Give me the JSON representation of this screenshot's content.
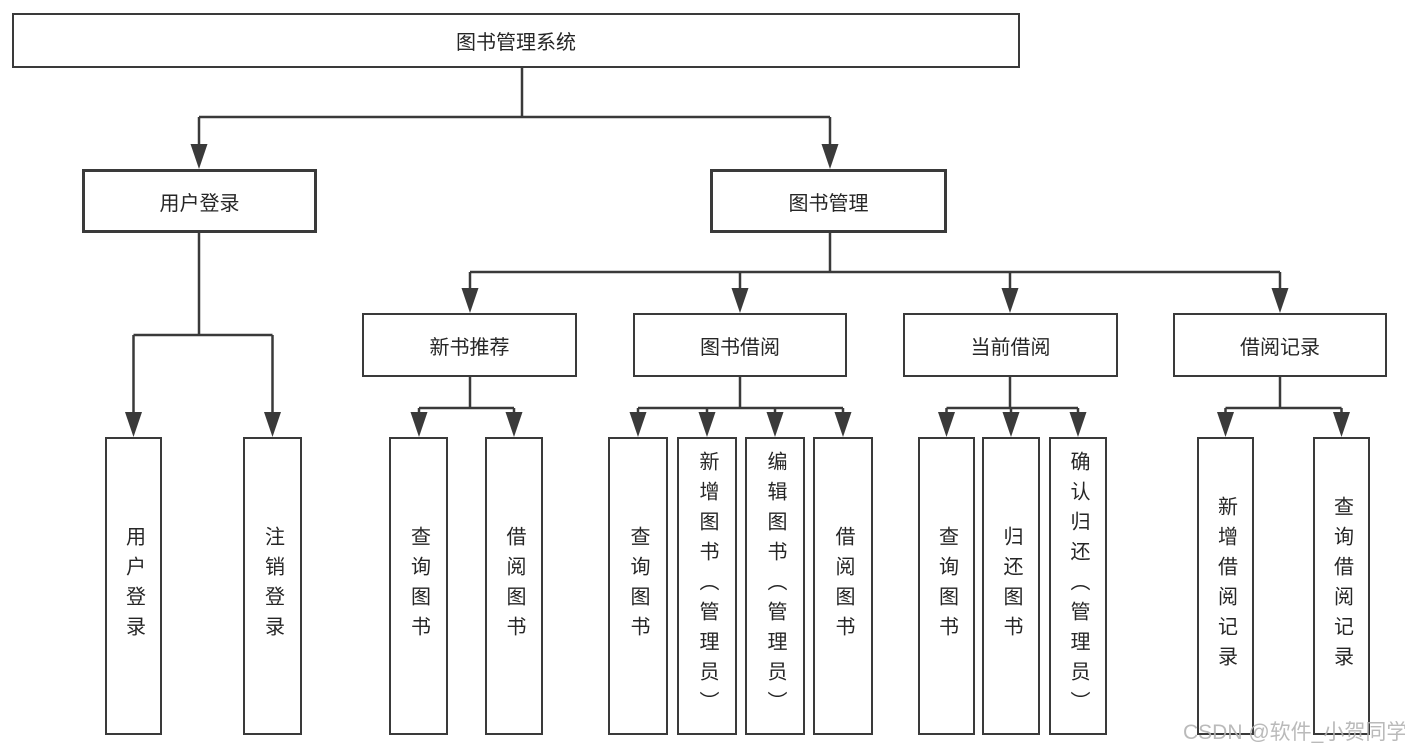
{
  "tree": {
    "root": {
      "label": "图书管理系统"
    },
    "user": {
      "label": "用户登录",
      "children": [
        "用户登录",
        "注销登录"
      ]
    },
    "mgmt": {
      "label": "图书管理",
      "groups": [
        {
          "label": "新书推荐",
          "children": [
            "查询图书",
            "借阅图书"
          ]
        },
        {
          "label": "图书借阅",
          "children": [
            "查询图书",
            "新增图书（管理员）",
            "编辑图书（管理员）",
            "借阅图书"
          ]
        },
        {
          "label": "当前借阅",
          "children": [
            "查询图书",
            "归还图书",
            "确认归还（管理员）"
          ]
        },
        {
          "label": "借阅记录",
          "children": [
            "新增借阅记录",
            "查询借阅记录"
          ]
        }
      ]
    }
  },
  "watermark": {
    "text": "CSDN @软件_小贺同学"
  },
  "colors": {
    "line": "#3a3a3a",
    "text": "#262626",
    "background": "#ffffff",
    "watermark": "#b3b3b3"
  }
}
